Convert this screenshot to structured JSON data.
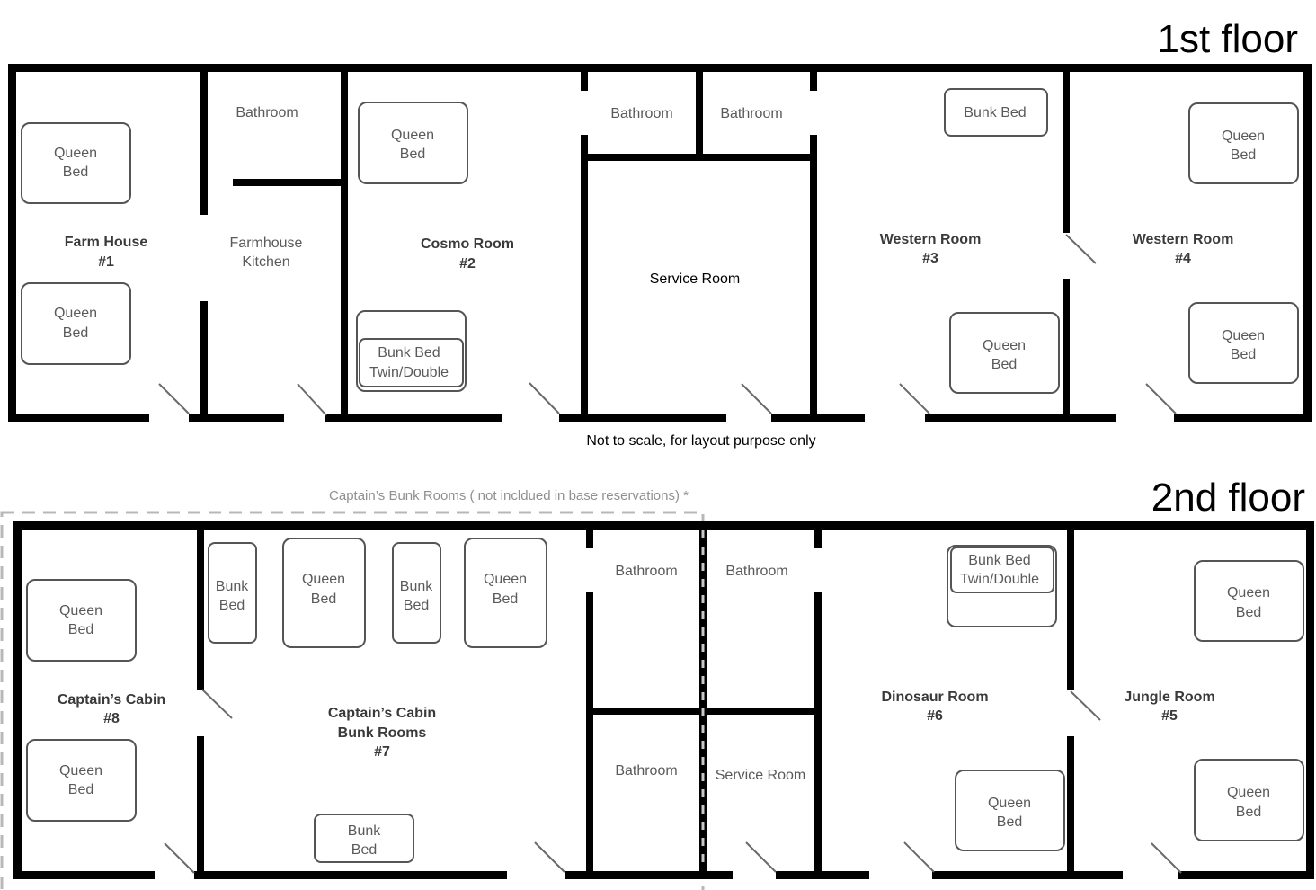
{
  "floors": {
    "first": {
      "title": "1st floor",
      "note": "Not to scale, for layout purpose only",
      "rooms": {
        "farm_house": [
          "Farm House",
          "#1"
        ],
        "farmhouse_kitchen": [
          "Farmhouse",
          "Kitchen"
        ],
        "cosmo_room": [
          "Cosmo Room",
          "#2"
        ],
        "service_room": "Service Room",
        "western_room_3": [
          "Western Room",
          "#3"
        ],
        "western_room_4": [
          "Western Room",
          "#4"
        ],
        "bathroom": "Bathroom"
      }
    },
    "second": {
      "title": "2nd floor",
      "extra_note": "Captain’s Bunk Rooms ( not incldued in base reservations) *",
      "rooms": {
        "captains_cabin": [
          "Captain’s Cabin",
          "#8"
        ],
        "captains_bunk_rooms": [
          "Captain’s Cabin",
          "Bunk Rooms",
          "#7"
        ],
        "service_room": "Service Room",
        "dinosaur_room": [
          "Dinosaur Room",
          "#6"
        ],
        "jungle_room": [
          "Jungle Room",
          "#5"
        ],
        "bathroom": "Bathroom"
      }
    }
  },
  "beds": {
    "queen": [
      "Queen",
      "Bed"
    ],
    "bunk_single": "Bunk Bed",
    "bunk_twin_double": [
      "Bunk Bed",
      "Twin/Double"
    ],
    "bunk_stacked": [
      "Bunk",
      "Bed"
    ]
  }
}
